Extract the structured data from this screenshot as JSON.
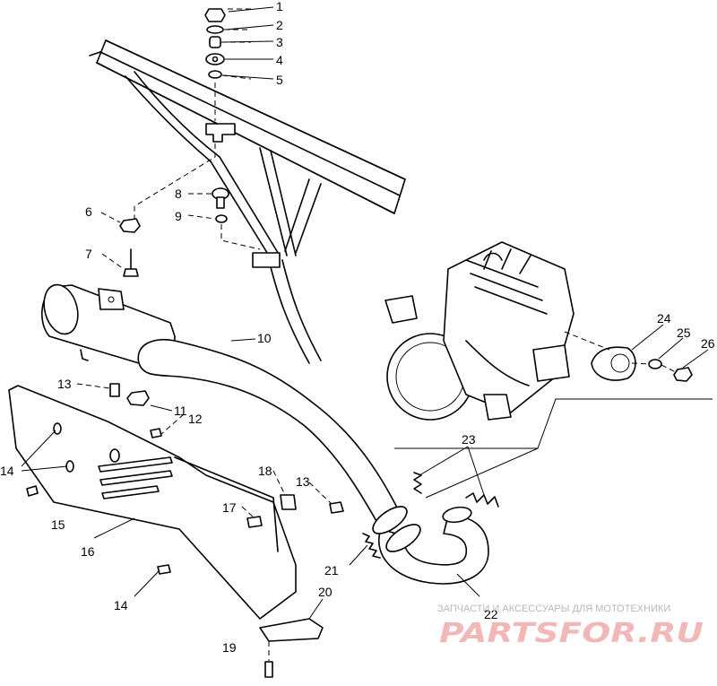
{
  "callouts": {
    "n1": "1",
    "n2": "2",
    "n3": "3",
    "n4": "4",
    "n5": "5",
    "n6": "6",
    "n7": "7",
    "n8": "8",
    "n9": "9",
    "n10": "10",
    "n11": "11",
    "n12": "12",
    "n13a": "13",
    "n13b": "13",
    "n14a": "14",
    "n14b": "14",
    "n15": "15",
    "n16": "16",
    "n17": "17",
    "n18": "18",
    "n19": "19",
    "n20": "20",
    "n21": "21",
    "n22": "22",
    "n23": "23",
    "n24": "24",
    "n25": "25",
    "n26": "26"
  },
  "watermark": {
    "subtitle": "ЗАПЧАСТИ И АКСЕССУАРЫ ДЛЯ МОТОТЕХНИКИ",
    "logo": "PARTSFOR.RU"
  },
  "colors": {
    "line": "#000000",
    "background": "#ffffff",
    "watermark_logo": "#f2b8b8",
    "watermark_text": "#b8b8b8"
  }
}
